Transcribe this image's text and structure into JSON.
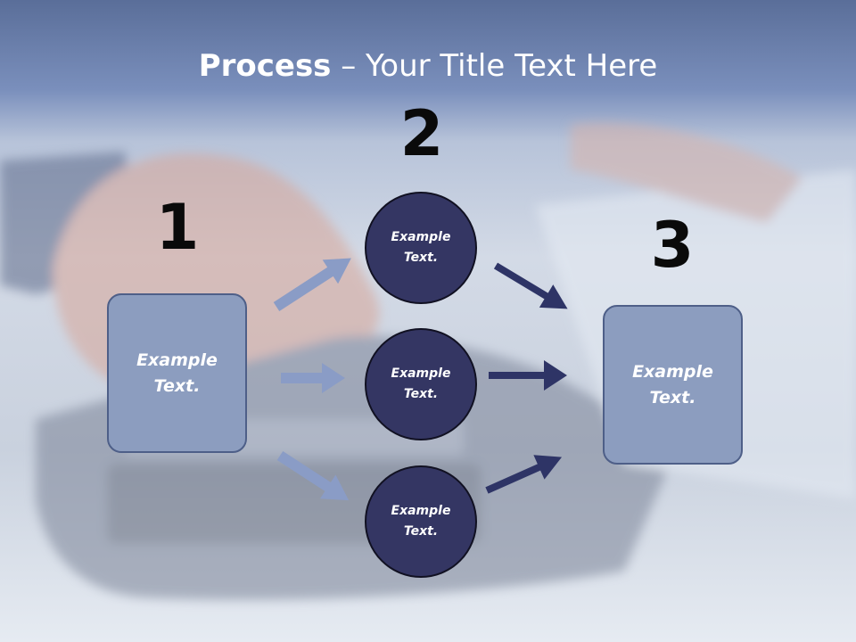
{
  "title": {
    "bold": "Process",
    "rest": " – Your Title Text Here"
  },
  "steps": {
    "one": "1",
    "two": "2",
    "three": "3"
  },
  "left_box": {
    "line1": "Example",
    "line2": "Text."
  },
  "right_box": {
    "line1": "Example",
    "line2": "Text."
  },
  "circles": [
    {
      "line1": "Example",
      "line2": "Text."
    },
    {
      "line1": "Example",
      "line2": "Text."
    },
    {
      "line1": "Example",
      "line2": "Text."
    }
  ],
  "colors": {
    "header": "#5a6e99",
    "box_fill": "#8c9dbf",
    "box_border": "#4e5f88",
    "circle_fill": "#343663",
    "arrow_light": "#8a9cc6",
    "arrow_dark": "#2e3466"
  }
}
